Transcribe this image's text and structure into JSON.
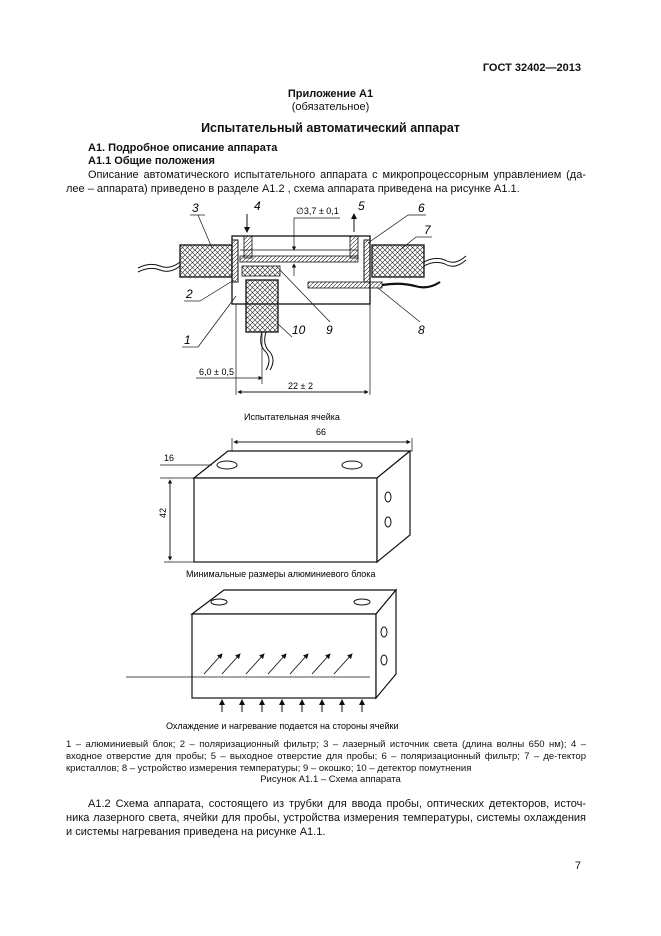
{
  "header": {
    "doc_id": "ГОСТ 32402—2013"
  },
  "appendix": {
    "title": "Приложение А1",
    "subtitle": "(обязательное)",
    "heading": "Испытательный автоматический аппарат"
  },
  "sections": {
    "s1": "А1. Подробное описание аппарата",
    "s2": "А1.1 Общие положения"
  },
  "paragraph1": "Описание автоматического испытательного аппарата с микропроцессорным управлением (да-лее – аппарата) приведено в разделе А1.2 , схема аппарата приведена на рисунке А1.1.",
  "figure": {
    "labels": [
      "3",
      "4",
      "5",
      "6",
      "7",
      "2",
      "1",
      "10",
      "9",
      "8"
    ],
    "diameter": "∅3,7 ± 0,1",
    "dim_6": "6,0 ± 0,5",
    "dim_22": "22 ± 2",
    "cap_cell": "Испытательная ячейка",
    "dim_66": "66",
    "dim_16": "16",
    "dim_42": "42",
    "cap_block": "Минимальные размеры алюминиевого блока",
    "cap_cooling": "Охлаждение и нагревание подается на стороны ячейки"
  },
  "legend": "1 – алюминиевый блок; 2 – поляризационный фильтр; 3 – лазерный источник света (длина волны 650 нм); 4 – входное отверстие для пробы; 5 – выходное отверстие для пробы; 6 – поляризационный фильтр; 7 – де-тектор кристаллов; 8 – устройство измерения температуры; 9 – окошко; 10 – детектор помутнения",
  "figure_caption": "Рисунок А1.1 – Схема аппарата",
  "paragraph2": "А1.2 Схема аппарата, состоящего из трубки для ввода пробы, оптических детекторов, источ-ника лазерного света, ячейки для пробы, устройства измерения температуры, системы охлаждения и системы нагревания приведена на рисунке А1.1.",
  "page_number": "7"
}
